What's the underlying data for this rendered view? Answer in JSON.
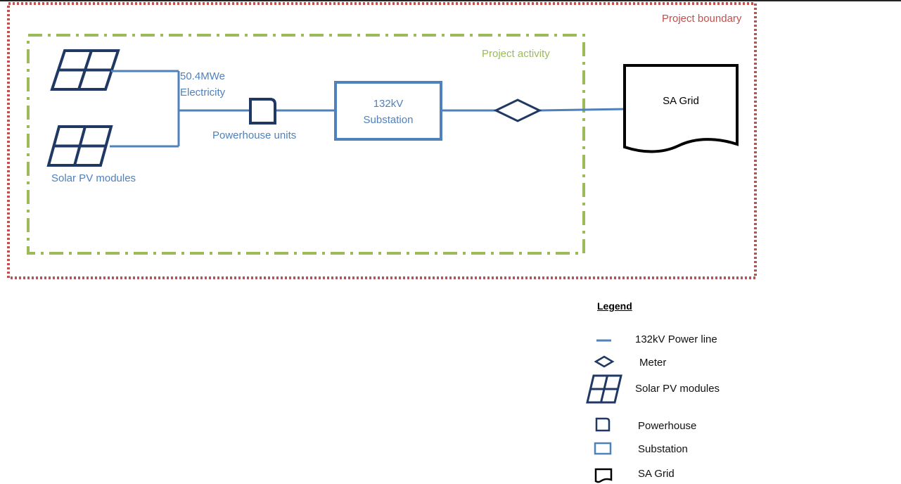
{
  "boundary": {
    "label": "Project boundary",
    "color": "#c0504d"
  },
  "activity": {
    "label": "Project activity",
    "color": "#9bbb59"
  },
  "nodes": {
    "solar_label": "Solar PV modules",
    "electricity_line1": "50.4MWe",
    "electricity_line2": "Electricity",
    "powerhouse_label": "Powerhouse units",
    "substation_line1": "132kV",
    "substation_line2": "Substation",
    "grid_label": "SA Grid"
  },
  "colors": {
    "line": "#4f81bd",
    "module": "#1f3864",
    "grid": "#000000"
  },
  "legend": {
    "title": "Legend",
    "items": [
      {
        "icon": "power-line-icon",
        "label": "132kV Power line"
      },
      {
        "icon": "meter-icon",
        "label": "Meter"
      },
      {
        "icon": "solar-pv-icon",
        "label": "Solar PV modules"
      },
      {
        "icon": "powerhouse-icon",
        "label": "Powerhouse"
      },
      {
        "icon": "substation-icon",
        "label": "Substation"
      },
      {
        "icon": "sa-grid-icon",
        "label": "SA Grid"
      }
    ]
  }
}
